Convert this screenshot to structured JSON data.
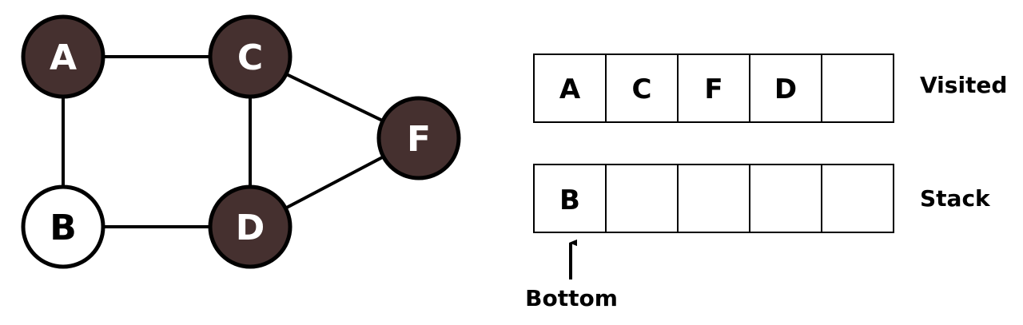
{
  "graph": {
    "nodes": [
      {
        "id": "A",
        "label": "A",
        "visited": true
      },
      {
        "id": "C",
        "label": "C",
        "visited": true
      },
      {
        "id": "F",
        "label": "F",
        "visited": true
      },
      {
        "id": "B",
        "label": "B",
        "visited": false
      },
      {
        "id": "D",
        "label": "D",
        "visited": true
      }
    ],
    "edges": [
      {
        "from": "A",
        "to": "C"
      },
      {
        "from": "A",
        "to": "B"
      },
      {
        "from": "C",
        "to": "D"
      },
      {
        "from": "C",
        "to": "F"
      },
      {
        "from": "B",
        "to": "D"
      },
      {
        "from": "D",
        "to": "F"
      }
    ],
    "colors": {
      "visited_fill": "#45302F",
      "visited_text": "#FFFFFF",
      "unvisited_fill": "#FFFFFF",
      "unvisited_text": "#000000",
      "outline": "#000000"
    }
  },
  "visited": {
    "label": "Visited",
    "cells": [
      "A",
      "C",
      "F",
      "D",
      ""
    ]
  },
  "stack": {
    "label": "Stack",
    "cells": [
      "B",
      "",
      "",
      "",
      ""
    ],
    "bottom_label": "Bottom"
  }
}
